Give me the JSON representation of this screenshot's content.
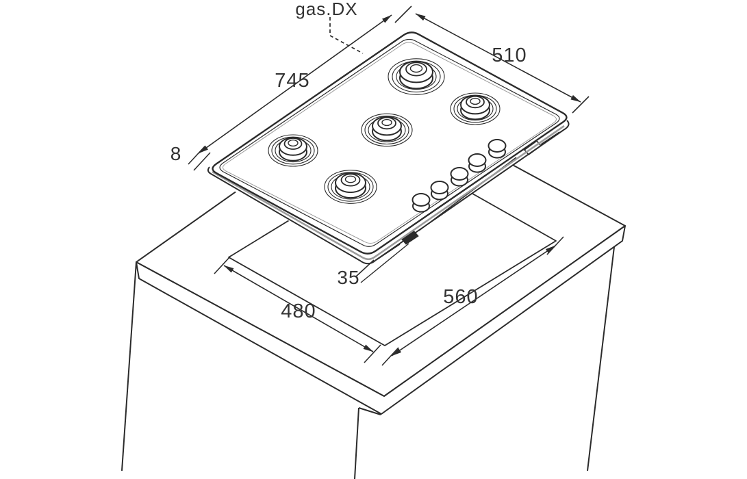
{
  "diagram": {
    "type": "installation-drawing",
    "product": "5-burner gas hob with worktop cutout",
    "ink_color": "#2b2b2b",
    "accent_grey": "#9b9b9b",
    "gas_label": "gas.DX",
    "burner_count": 5,
    "knob_count": 5,
    "dimensions": {
      "hob_width": "745",
      "hob_depth": "510",
      "hob_thickness": "8",
      "edge_clearance": "35",
      "cutout_depth": "480",
      "cutout_width": "560"
    }
  }
}
